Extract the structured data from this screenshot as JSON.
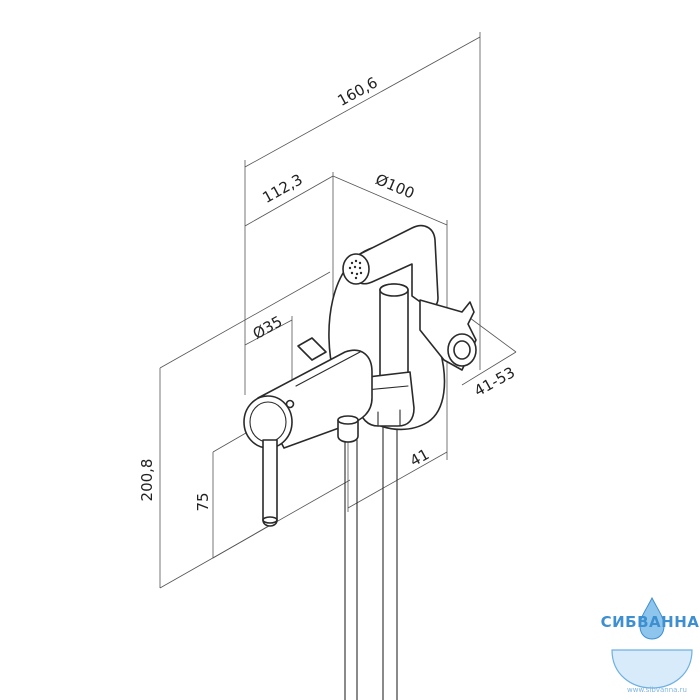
{
  "dimensions": {
    "overall_depth": "160,6",
    "body_depth": "112,3",
    "flange_diameter": "Ø100",
    "handle_diameter": "Ø35",
    "total_height": "200,8",
    "lever_height": "75",
    "wall_adjust": "41-53",
    "outlet_offset": "41"
  },
  "logo": {
    "name": "СИБВАННА",
    "url": "www.sibvanna.ru"
  },
  "colors": {
    "line": "#2a2a2a",
    "dimension_line": "#555555",
    "logo_blue": "#3d8fd0"
  }
}
